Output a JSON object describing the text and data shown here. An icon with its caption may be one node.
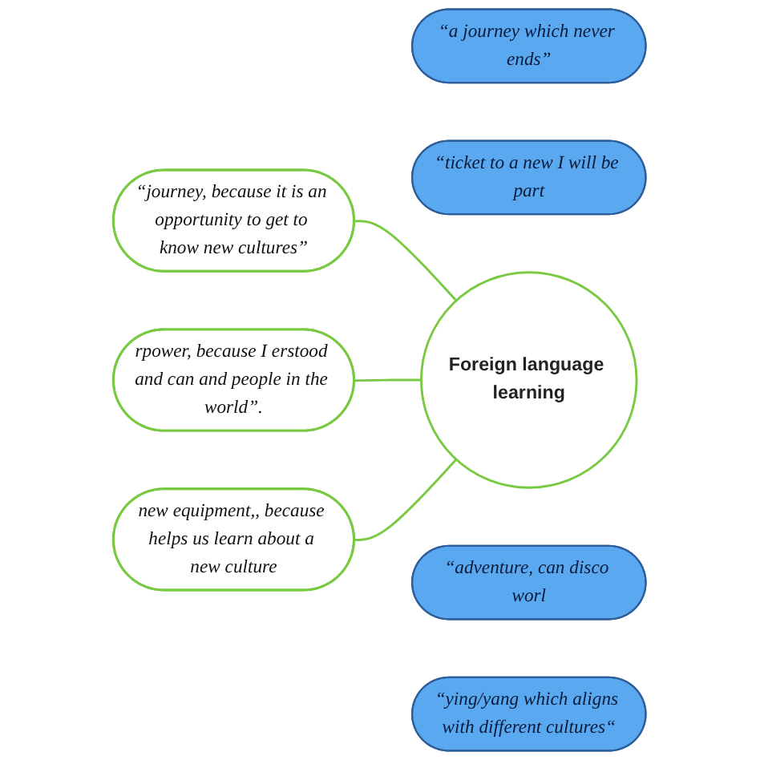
{
  "diagram": {
    "nodes": [
      {
        "text": [
          "“journey, because it is an opportunity to get to know new cultures”"
        ]
      },
      {
        "text": [
          "“a journey which never ends”"
        ]
      },
      {
        "text": [
          "“ticket to a new I will be part"
        ]
      },
      {
        "text": [
          "Foreign language learning"
        ]
      },
      {
        "text": [
          "rpower, because I erstood and can and people in the world”."
        ]
      },
      {
        "text": [
          "“adventure, can disco worl"
        ]
      },
      {
        "text": [
          "“ying/yang which aligns with different cultures“"
        ]
      },
      {
        "text": [
          "new equipment,, because helps us learn about a new culture"
        ]
      }
    ],
    "edges": [
      {
        "from": 3,
        "to": 0,
        "arrow": "none"
      },
      {
        "from": 3,
        "to": 4,
        "arrow": "none"
      },
      {
        "from": 3,
        "to": 7,
        "arrow": "none"
      }
    ]
  }
}
